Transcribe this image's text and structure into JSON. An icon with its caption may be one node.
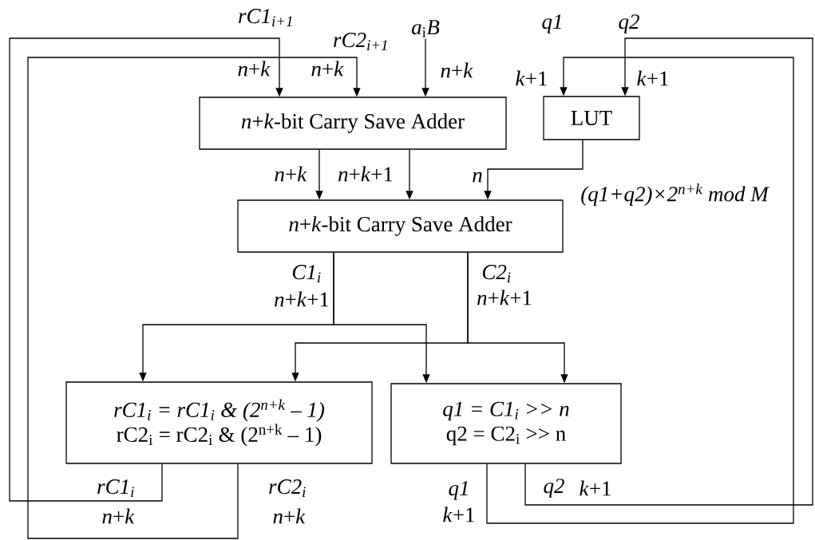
{
  "diagram": {
    "nodes": [
      {
        "text": [
          "*a*$_{i}$*B*"
        ]
      },
      {
        "text": [
          "*n*+*k*-bit Carry Save Adder"
        ]
      },
      {
        "text": [
          "LUT"
        ]
      },
      {
        "text": [
          "*n*+*k*-bit Carry Save Adder"
        ]
      },
      {
        "text": [
          "rC1$_{i}$ = rC1$_{i}$ & (2$^{n+k}$ – 1)",
          "rC2$_{i}$ = rC2$_{i}$ & (2$^{n+k}$ – 1)"
        ]
      },
      {
        "text": [
          "q1 = C1$_{i}$ >> n",
          "q2 = C2$_{i}$ >> n"
        ]
      }
    ],
    "edges": [
      {
        "from": 4,
        "to": 1,
        "arrow": "to",
        "label": "*n*+*k*"
      },
      {
        "from": 4,
        "to": 1,
        "arrow": "to",
        "label": "*n*+*k*"
      },
      {
        "from": 0,
        "to": 1,
        "arrow": "to",
        "label": "*n*+*k*"
      },
      {
        "from": 5,
        "to": 2,
        "arrow": "to",
        "label": "*k*+1"
      },
      {
        "from": 5,
        "to": 2,
        "arrow": "to",
        "label": "*k*+1"
      },
      {
        "from": 1,
        "to": 3,
        "arrow": "to",
        "label": "*n*+*k*"
      },
      {
        "from": 1,
        "to": 3,
        "arrow": "to",
        "label": "*n*+*k*+1"
      },
      {
        "from": 2,
        "to": 3,
        "arrow": "to",
        "label": "*n*"
      },
      {
        "from": 3,
        "to": 4,
        "arrow": "to",
        "label": "C1$_{i}$"
      },
      {
        "from": 3,
        "to": 5,
        "arrow": "to"
      },
      {
        "from": 3,
        "to": 4,
        "arrow": "to",
        "label": "C2$_{i}$"
      },
      {
        "from": 3,
        "to": 5,
        "arrow": "to"
      }
    ],
    "labels": [
      "rC1$_{i+1}$",
      "q1",
      "q2",
      "rC2$_{i+1}$",
      "(q1+q2)×2$^{n+k}$ mod M",
      "*n*+*k*+1",
      "*n*+*k*+1",
      "rC1$_{i}$",
      "rC2$_{i}$",
      "q1",
      "q2",
      "*k*+1",
      "*n*+*k*",
      "*n*+*k*",
      "*k*+1"
    ]
  }
}
